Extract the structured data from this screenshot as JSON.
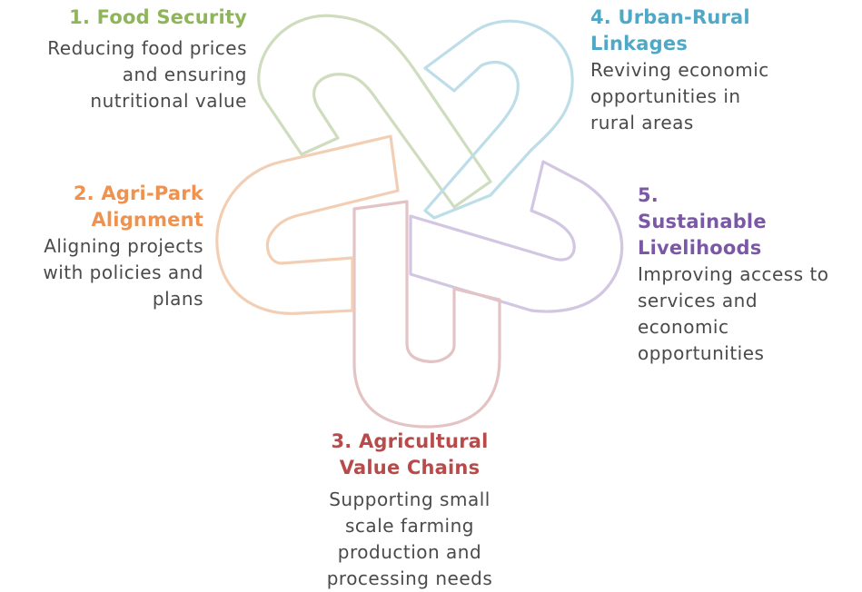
{
  "items": [
    {
      "title": "1. Food Security",
      "desc": "Reducing food prices\nand ensuring\nnutritional value",
      "color": "#8fb55a",
      "stroke": "#cfdcbe"
    },
    {
      "title": "2. Agri-Park\nAlignment",
      "desc": "Aligning projects\nwith  policies and\nplans",
      "color": "#f0924f",
      "stroke": "#f2cfb4"
    },
    {
      "title": "3. Agricultural\nValue Chains",
      "desc": "Supporting small\nscale farming\nproduction and\nprocessing needs",
      "color": "#b94a4a",
      "stroke": "#e3c3c3"
    },
    {
      "title": "4. Urban-Rural\nLinkages",
      "desc": "Reviving economic\nopportunities in\nrural areas",
      "color": "#4fa9c6",
      "stroke": "#bddde8"
    },
    {
      "title": "5.\nSustainable\nLivelihoods",
      "desc": "Improving access to\nservices and\neconomic\nopportunities",
      "color": "#7b58a6",
      "stroke": "#d2c6e2"
    }
  ]
}
